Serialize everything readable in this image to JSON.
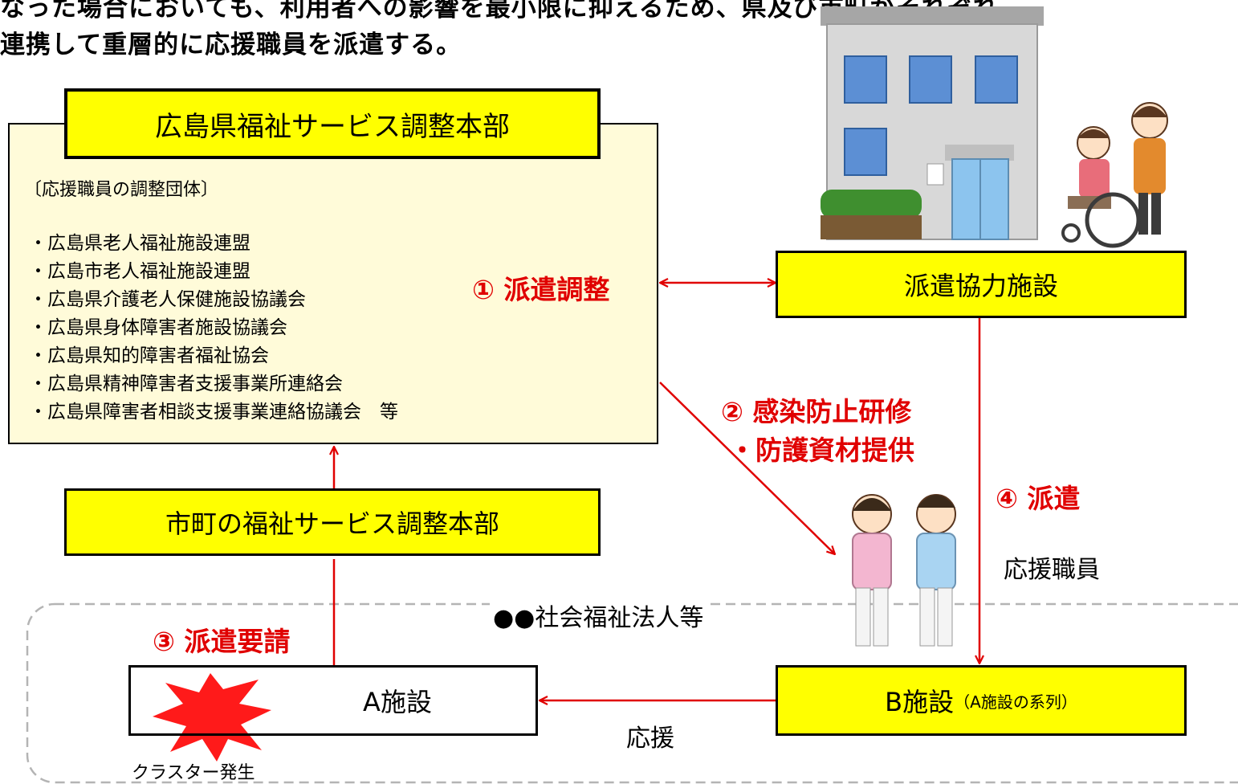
{
  "header": {
    "line1": "なった場合においても、利用者への影響を最小限に抑えるため、県及び市町がそれぞれ",
    "line2": "連携して重層的に応援職員を派遣する。"
  },
  "pref_hq": {
    "title": "広島県福祉サービス調整本部",
    "group_label": "〔応援職員の調整団体〕",
    "members": [
      "・広島県老人福祉施設連盟",
      "・広島市老人福祉施設連盟",
      "・広島県介護老人保健施設協議会",
      "・広島県身体障害者施設協議会",
      "・広島県知的障害者福祉協会",
      "・広島県精神障害者支援事業所連絡会",
      "・広島県障害者相談支援事業連絡協議会　等"
    ]
  },
  "city_hq": {
    "title": "市町の福祉サービス調整本部"
  },
  "dispatch_facility": {
    "title": "派遣協力施設"
  },
  "facility_a": {
    "title": "A施設",
    "cluster_note": "クラスター発生"
  },
  "facility_b": {
    "title": "B施設",
    "subtitle": "（A施設の系列）"
  },
  "group_area": {
    "label": "●●社会福祉法人等"
  },
  "steps": {
    "s1": "① 派遣調整",
    "s2_line1": "② 感染防止研修",
    "s2_line2": "・防護資材提供",
    "s3": "③ 派遣要請",
    "s4": "④ 派遣"
  },
  "labels": {
    "support_staff": "応援職員",
    "support": "応援"
  },
  "icons": {
    "building": "care-facility-building-icon",
    "caregiver": "wheelchair-caregiver-icon",
    "staff": "support-staff-icon",
    "explosion": "cluster-outbreak-icon"
  },
  "colors": {
    "box_fill": "#ffff00",
    "panel_fill": "#fffbd9",
    "arrow": "#e00000",
    "step_text": "#e00000",
    "dashed_border": "#b4b4b4"
  }
}
